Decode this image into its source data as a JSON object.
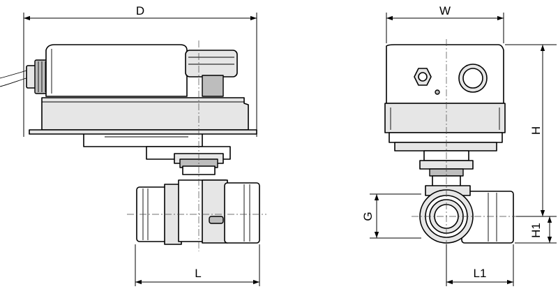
{
  "labels": {
    "D": "D",
    "W": "W",
    "H": "H",
    "G": "G",
    "H1": "H1",
    "L": "L",
    "L1": "L1"
  }
}
